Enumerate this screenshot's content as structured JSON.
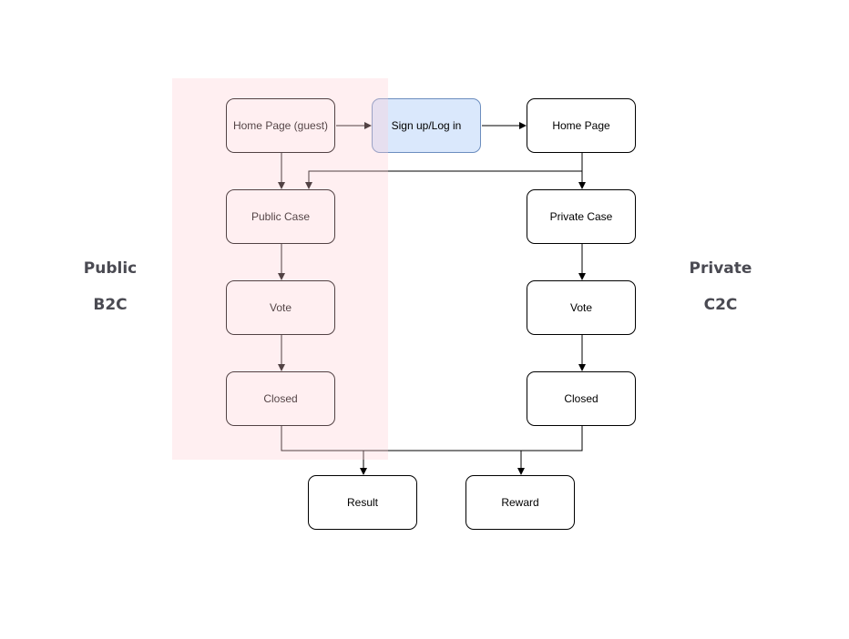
{
  "labels": {
    "public_title": "Public",
    "public_subtitle": "B2C",
    "private_title": "Private",
    "private_subtitle": "C2C"
  },
  "nodes": {
    "home_guest": "Home Page (guest)",
    "signup_login": "Sign up/Log in",
    "home_page": "Home Page",
    "public_case": "Public Case",
    "private_case": "Private Case",
    "public_vote": "Vote",
    "private_vote": "Vote",
    "public_closed": "Closed",
    "private_closed": "Closed",
    "result": "Result",
    "reward": "Reward"
  },
  "colors": {
    "public_zone": "#ffcdd2",
    "highlight_fill": "#dae8fc",
    "highlight_border": "#6c8ebf",
    "label_text": "#4a4a52",
    "edge": "#000000"
  }
}
